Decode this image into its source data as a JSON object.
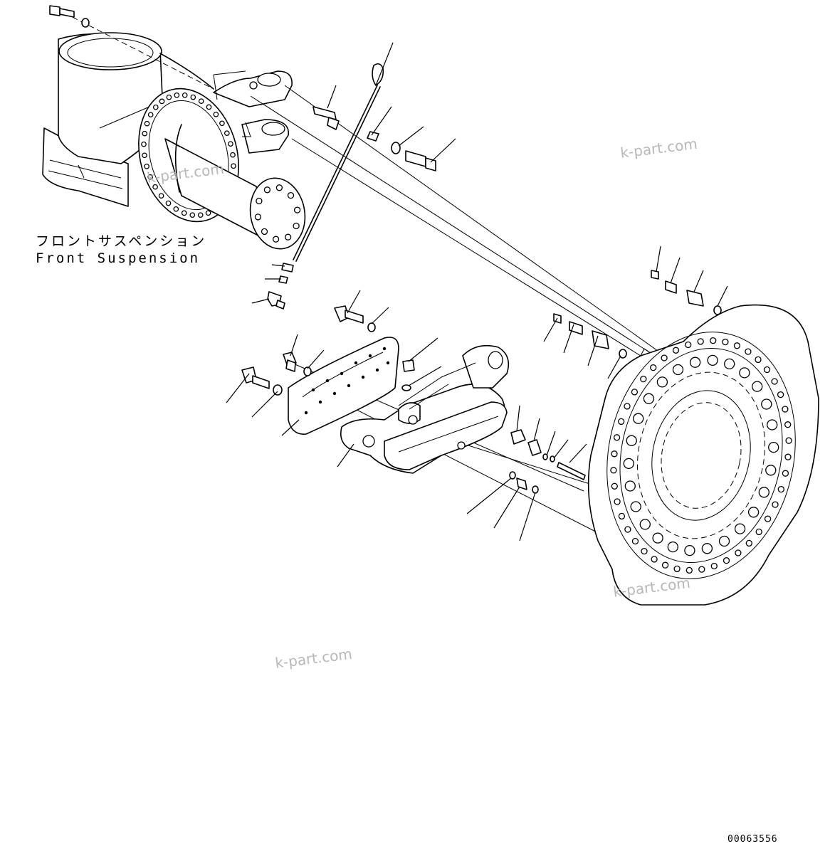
{
  "caption": {
    "line_jp": "フロントサスペンション",
    "line_en": "Front Suspension"
  },
  "watermarks": [
    "k-part.com",
    "k-part.com",
    "k-part.com",
    "k-part.com"
  ],
  "doc_number": "00063556"
}
